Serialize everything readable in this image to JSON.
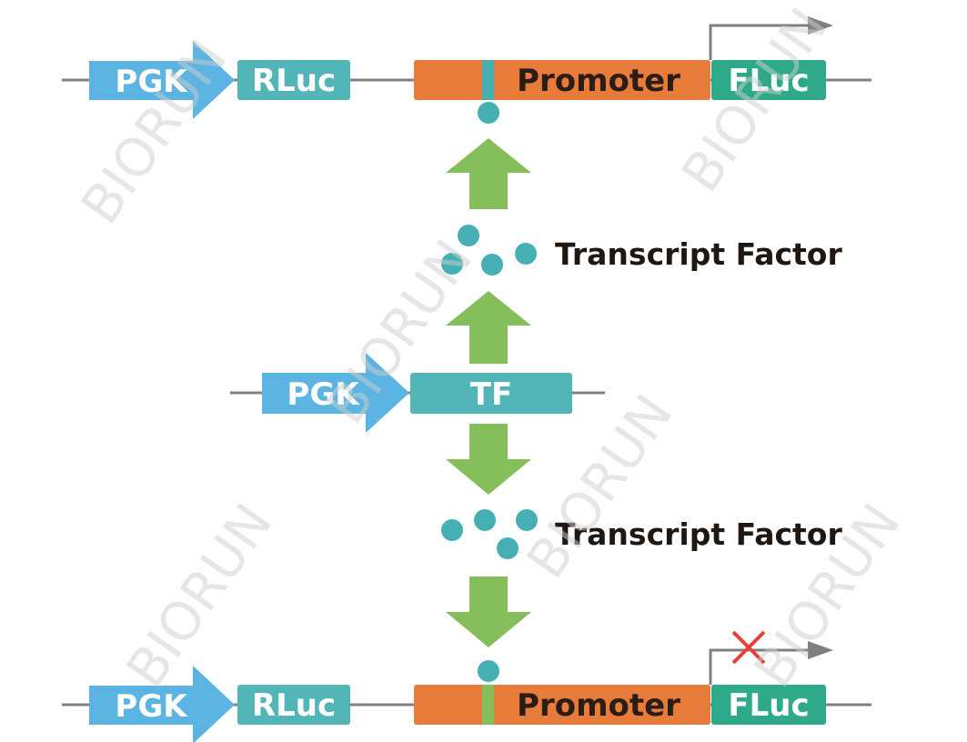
{
  "top_construct": {
    "pgk_label": "PGK",
    "rluc_label": "RLuc",
    "promoter_label": "Promoter",
    "fluc_label": "FLuc"
  },
  "middle_construct": {
    "pgk_label": "PGK",
    "tf_label": "TF"
  },
  "bottom_construct": {
    "pgk_label": "PGK",
    "rluc_label": "RLuc",
    "promoter_label": "Promoter",
    "fluc_label": "FLuc"
  },
  "labels": {
    "tf_upper": "Transcript Factor",
    "tf_lower": "Transcript Factor"
  },
  "watermark": {
    "brand": "BIORUN"
  },
  "colors": {
    "pgk_blue": "#5bb4e1",
    "teal_box": "#52b6b8",
    "promoter_orange": "#e67b3a",
    "fluc_green": "#2eaa8a",
    "arrow_green": "#85bf5b",
    "dot_teal": "#44b0b4",
    "line_gray": "#7f7f7f",
    "block_red": "#e8413b"
  }
}
